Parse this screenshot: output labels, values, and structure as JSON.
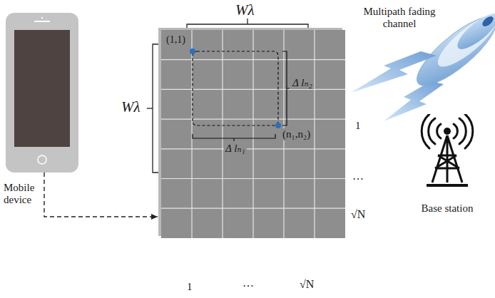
{
  "diagram": {
    "nodes": [
      {
        "text": [
          "Mobile device"
        ]
      },
      {
        "text": [
          "(1,1)",
          "Δ lₙ₂",
          "Δ lₙ₁",
          "(n₁,n₂)"
        ]
      },
      {
        "text": [
          "Base station"
        ]
      }
    ],
    "edges": [
      {
        "from": 0,
        "to": 1,
        "arrow": "to"
      }
    ],
    "labels": [
      "Multipath fading channel",
      "Wλ",
      "Wλ",
      "1",
      "…",
      "√N",
      "1",
      "…",
      "√N"
    ]
  }
}
